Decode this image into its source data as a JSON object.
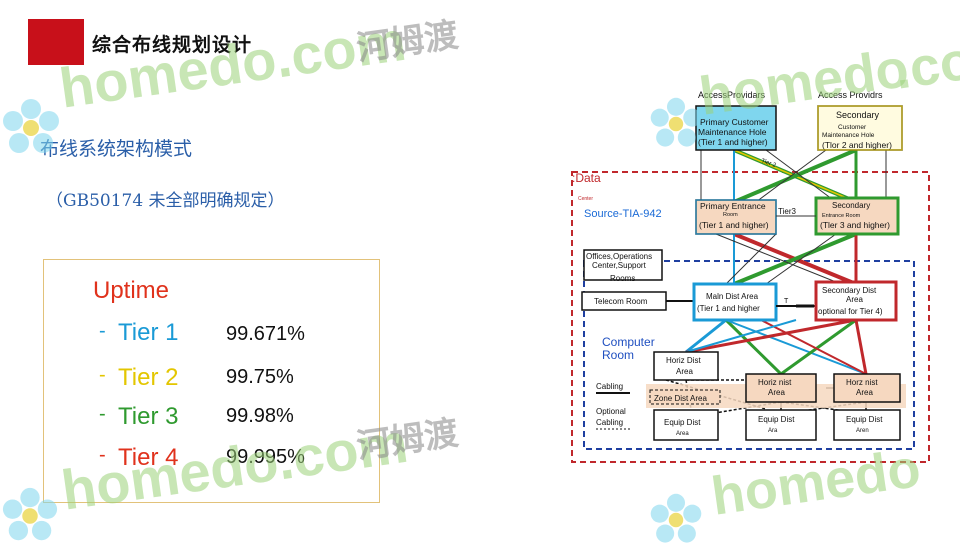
{
  "header": {
    "title": "综合布线规划设计",
    "accent_color": "#c8101a"
  },
  "main": {
    "subtitle": "布线系统架构模式",
    "standard_note": "（GB50174   未全部明确规定）"
  },
  "uptime": {
    "heading": "Uptime",
    "tiers": [
      {
        "dash": "-",
        "label": "Tier 1",
        "value": "99.671%",
        "color": "#1a9ad6"
      },
      {
        "dash": "-",
        "label": "Tier 2",
        "value": "99.75%",
        "color": "#e3c600"
      },
      {
        "dash": "-",
        "label": "Tier 3",
        "value": "99.98%",
        "color": "#2f9a2f"
      },
      {
        "dash": "-",
        "label": "Tier 4",
        "value": "99.995%",
        "color": "#e0321c"
      }
    ]
  },
  "watermark": {
    "brand": "homedo.com",
    "brand_cn": "河姆渡",
    "brand_short": "homedo",
    "brand_tail": ".co"
  },
  "diagram": {
    "access_providers_1": "AccessProvidars",
    "access_providers_2": "Access  Providrs",
    "primary_cmh_1": "Primary Customer",
    "primary_cmh_2": "Maintenance Hole",
    "primary_cmh_3": "(Tier 1 and higher)",
    "secondary_cmh_1": "Secondary",
    "secondary_cmh_2": "Customer",
    "secondary_cmh_3": "Maintenance       Hole",
    "secondary_cmh_4": "(Tlor 2 and higher)",
    "data_center_1": ":Data",
    "data_center_2": "Center",
    "source": "Source-TIA-942",
    "pe_room_1": "Primary  Entrance",
    "pe_room_2": "Room",
    "pe_room_3": "(Tier 1 and higher)",
    "se_room_1": "Secondary",
    "se_room_2": "Entrance         Room",
    "se_room_3": "(Tler 3 and higher)",
    "tier2_label": "Tier 2",
    "tier3_label": "Tier3",
    "offices_1": "Offices,Operations",
    "offices_2": "Center,Support",
    "offices_3": "Rooms",
    "telecom": "Telecom Room",
    "mda_1": "Maln Dist Area",
    "mda_2": "(Tier 1 and higher",
    "t_label": "T",
    "smda_1": "Secondary    Dist",
    "smda_2": "Area",
    "smda_3": "optional for Tier 4)",
    "computer_room_1": "Computer",
    "computer_room_2": "Room",
    "hda_1": "Horiz Dist",
    "hda_2": "Area",
    "hda2_1": "Horiz   nist",
    "hda2_2": "Area",
    "hda3_1": "Horz    nist",
    "hda3_2": "Area",
    "zda": "Zone Dist Area",
    "cabling": "Cabling",
    "optional_cabling_1": "Optional",
    "optional_cabling_2": "Cabling",
    "eda1_1": "Equip Dist",
    "eda1_2": "Area",
    "eda2_1": "Equip Dist",
    "eda2_2": "Ara",
    "eda3_1": "Equip Dist",
    "eda3_2": "Aren"
  }
}
